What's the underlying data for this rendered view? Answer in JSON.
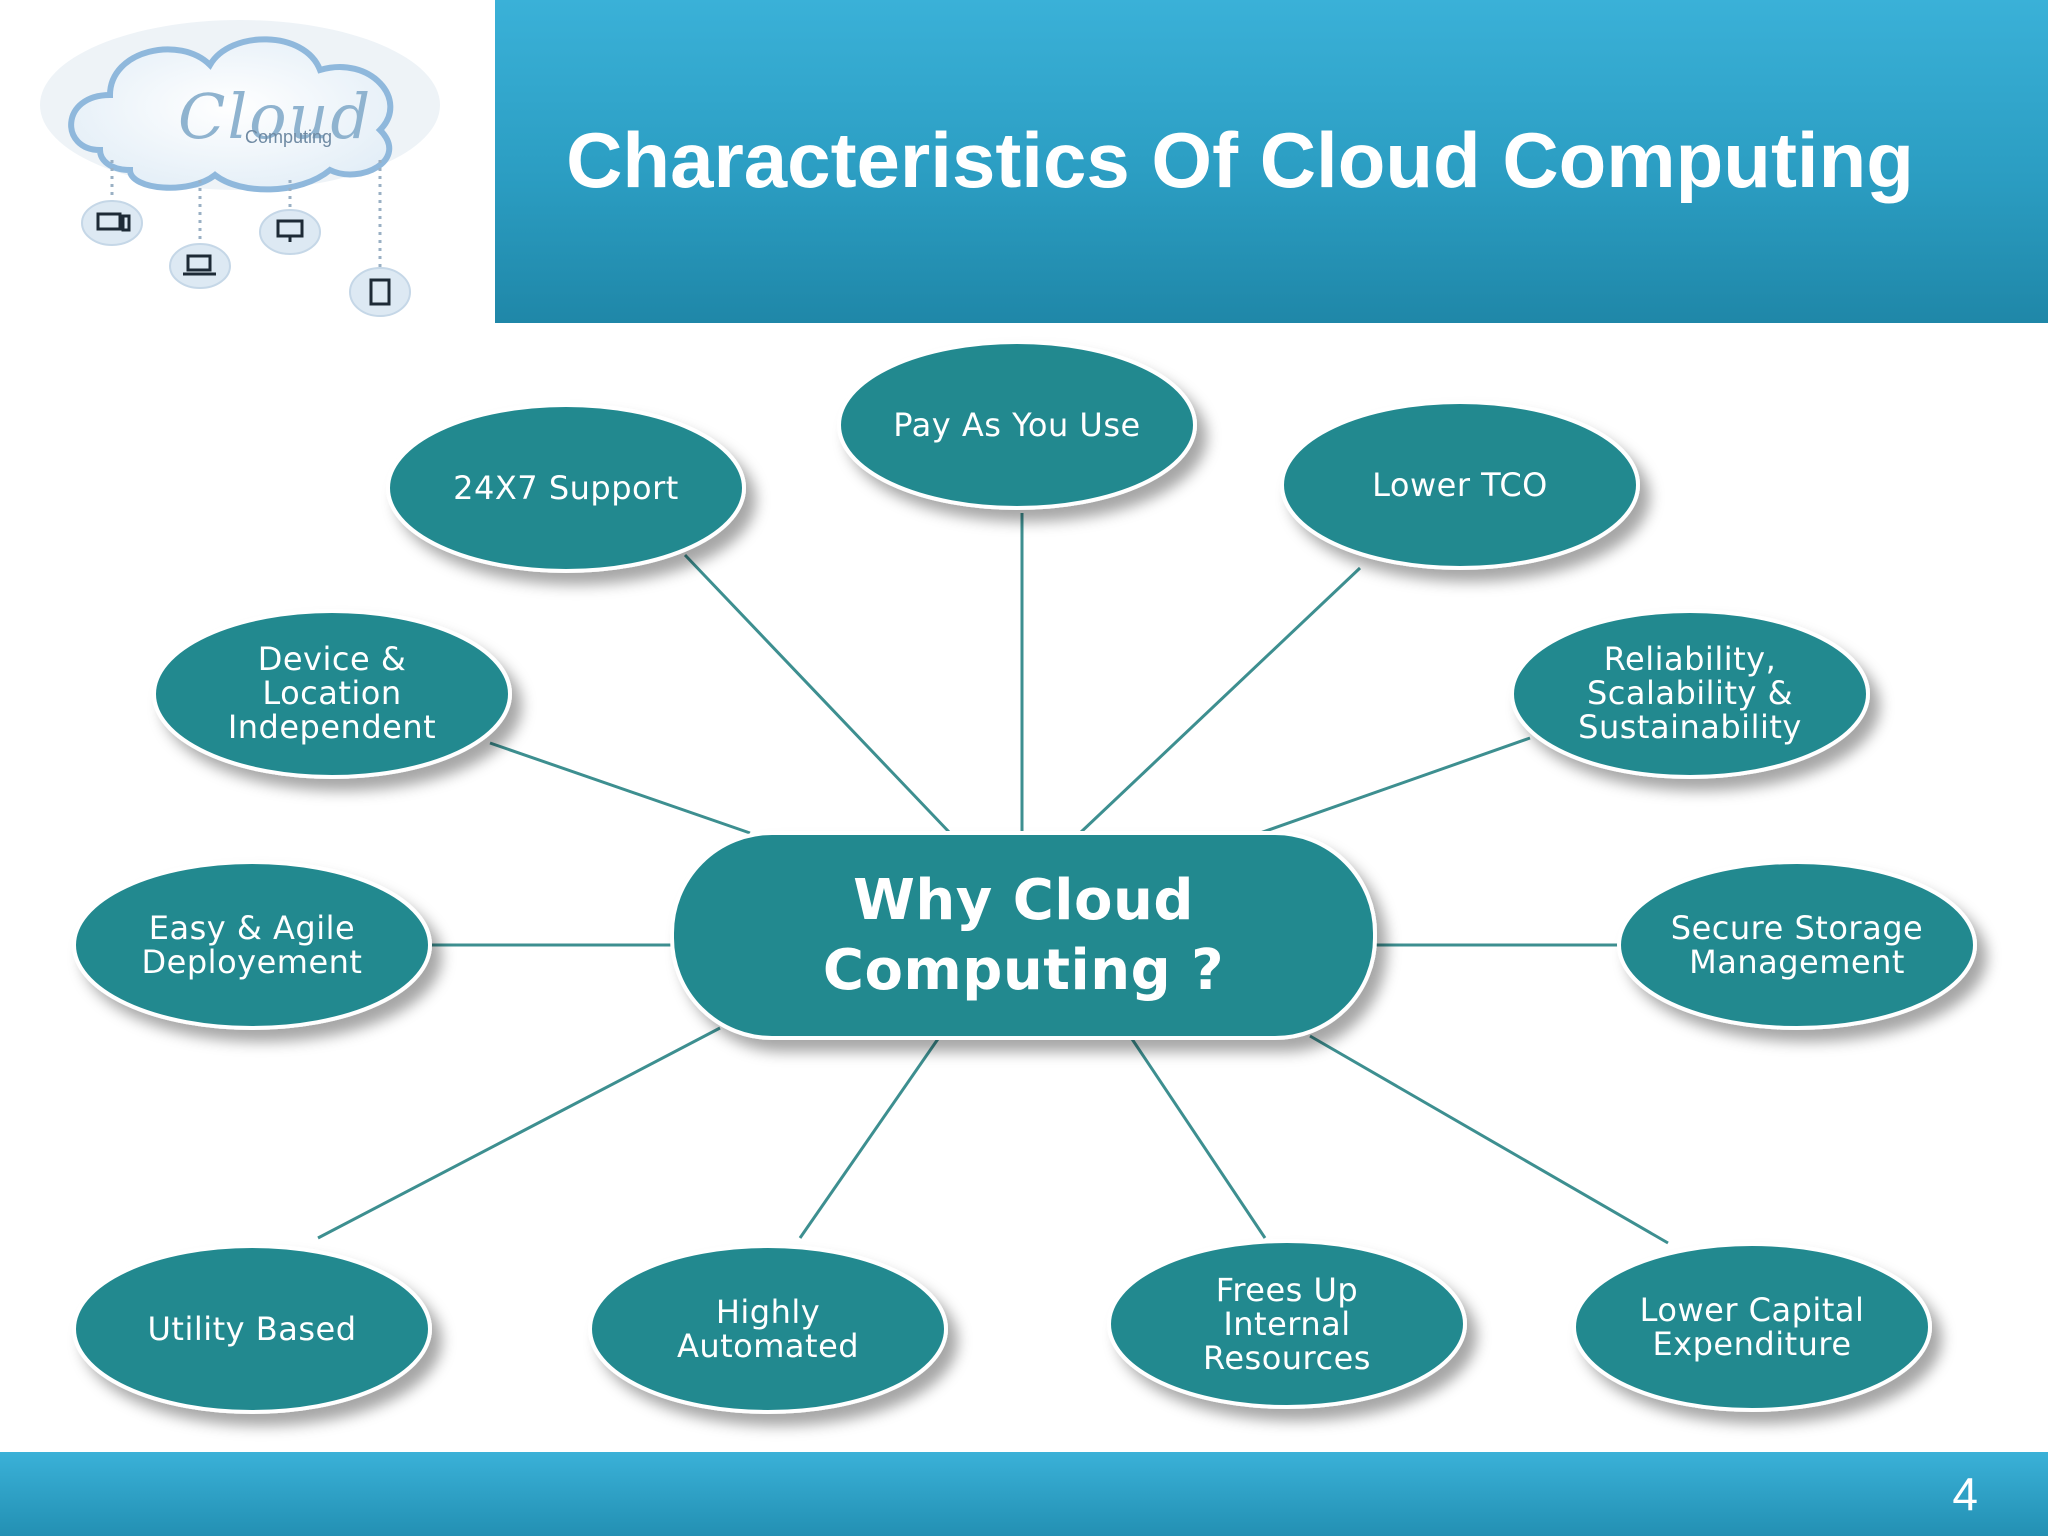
{
  "slide": {
    "title": "Characteristics Of Cloud Computing",
    "page_number": "4"
  },
  "logo": {
    "word": "Cloud",
    "subtitle": "Computing"
  },
  "diagram": {
    "center": "Why Cloud\nComputing ?",
    "nodes": [
      {
        "id": "pay-as-you-use",
        "label": "Pay As You Use"
      },
      {
        "id": "24x7-support",
        "label": "24X7 Support"
      },
      {
        "id": "lower-tco",
        "label": "Lower TCO"
      },
      {
        "id": "device-location",
        "label": "Device &\nLocation\nIndependent"
      },
      {
        "id": "reliability",
        "label": "Reliability,\nScalability &\nSustainability"
      },
      {
        "id": "easy-agile",
        "label": "Easy & Agile\nDeployement"
      },
      {
        "id": "secure-storage",
        "label": "Secure Storage\nManagement"
      },
      {
        "id": "utility-based",
        "label": "Utility Based"
      },
      {
        "id": "highly-automated",
        "label": "Highly\nAutomated"
      },
      {
        "id": "frees-up",
        "label": "Frees Up\nInternal\nResources"
      },
      {
        "id": "lower-capex",
        "label": "Lower Capital\nExpenditure"
      }
    ]
  },
  "colors": {
    "header": "#2b9dc2",
    "node_fill": "#23898f",
    "connector": "#3d8f90",
    "text": "#ffffff"
  }
}
